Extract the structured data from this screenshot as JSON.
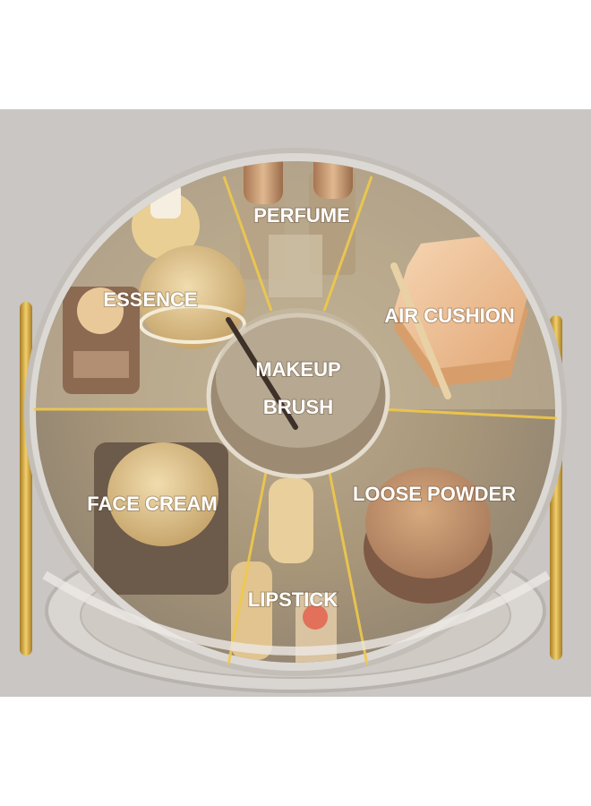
{
  "image": {
    "subject": "rotating-cosmetic-organizer",
    "background_color": "#c9c6c3",
    "accent_color": "#e0b535"
  },
  "labels": {
    "perfume": "PERFUME",
    "essence": "ESSENCE",
    "air_cushion": "AIR CUSHION",
    "makeup_brush_line1": "MAKEUP",
    "makeup_brush_line2": "BRUSH",
    "face_cream": "FACE CREAM",
    "loose_powder": "LOOSE POWDER",
    "lipstick": "LIPSTICK"
  }
}
